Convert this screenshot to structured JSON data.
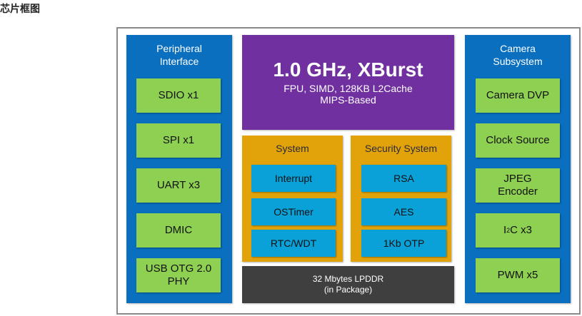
{
  "title": "芯片框图",
  "left": {
    "heading1": "Peripheral",
    "heading2": "Interface",
    "items": [
      "SDIO x1",
      "SPI x1",
      "UART x3",
      "DMIC",
      "USB OTG 2.0 PHY"
    ]
  },
  "cpu": {
    "headline": "1.0 GHz, XBurst",
    "line1": "FPU, SIMD, 128KB L2Cache",
    "line2": "MIPS-Based"
  },
  "system": {
    "heading": "System",
    "items": [
      "Interrupt",
      "OSTimer",
      "RTC/WDT"
    ]
  },
  "security": {
    "heading": "Security System",
    "items": [
      "RSA",
      "AES",
      "1Kb OTP"
    ]
  },
  "memory": {
    "line1": "32 Mbytes LPDDR",
    "line2": "(in Package)"
  },
  "right": {
    "heading1": "Camera",
    "heading2": "Subsystem",
    "items": [
      "Camera DVP",
      "Clock Source",
      "JPEG Encoder",
      "I",
      "PWM x5"
    ],
    "i2c_sup": "2",
    "i2c_rest": "C x3"
  },
  "colors": {
    "blue": "#0a6fbf",
    "green": "#8ed052",
    "purple": "#7030a0",
    "orange": "#e2a30a",
    "cyan": "#0aa0d8",
    "dark": "#3f3f3f"
  }
}
